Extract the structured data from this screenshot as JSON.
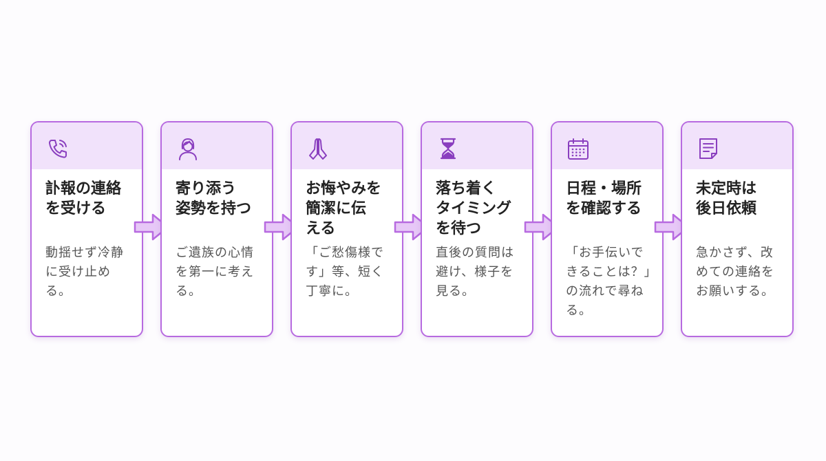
{
  "steps": [
    {
      "icon": "phone-icon",
      "title_lines": [
        "訃報の連絡",
        "を受ける"
      ],
      "desc_lines": [
        "動揺せず冷静",
        "に受け止め",
        "る。"
      ]
    },
    {
      "icon": "person-icon",
      "title_lines": [
        "寄り添う",
        "姿勢を持つ"
      ],
      "desc_lines": [
        "ご遺族の心情",
        "を第一に考え",
        "る。"
      ]
    },
    {
      "icon": "praying-hands-icon",
      "title_lines": [
        "お悔やみを",
        "簡潔に伝",
        "える"
      ],
      "desc_lines": [
        "「ご愁傷様で",
        "す」等、短く",
        "丁寧に。"
      ]
    },
    {
      "icon": "hourglass-icon",
      "title_lines": [
        "落ち着く",
        "タイミング",
        "を待つ"
      ],
      "desc_lines": [
        "直後の質問は",
        "避け、様子を",
        "見る。"
      ]
    },
    {
      "icon": "calendar-icon",
      "title_lines": [
        "日程・場所",
        "を確認する"
      ],
      "desc_lines": [
        "「お手伝いで",
        "きることは？」",
        "の流れで尋ね",
        "る。"
      ]
    },
    {
      "icon": "document-icon",
      "title_lines": [
        "未定時は",
        "後日依頼"
      ],
      "desc_lines": [
        "急かさず、改",
        "めての連絡を",
        "お願いする。"
      ]
    }
  ],
  "colors": {
    "accent": "#b76ae0",
    "header_bg": "#f1e2fb",
    "arrow_fill": "#e7c8f7",
    "icon": "#8a3fbf"
  }
}
